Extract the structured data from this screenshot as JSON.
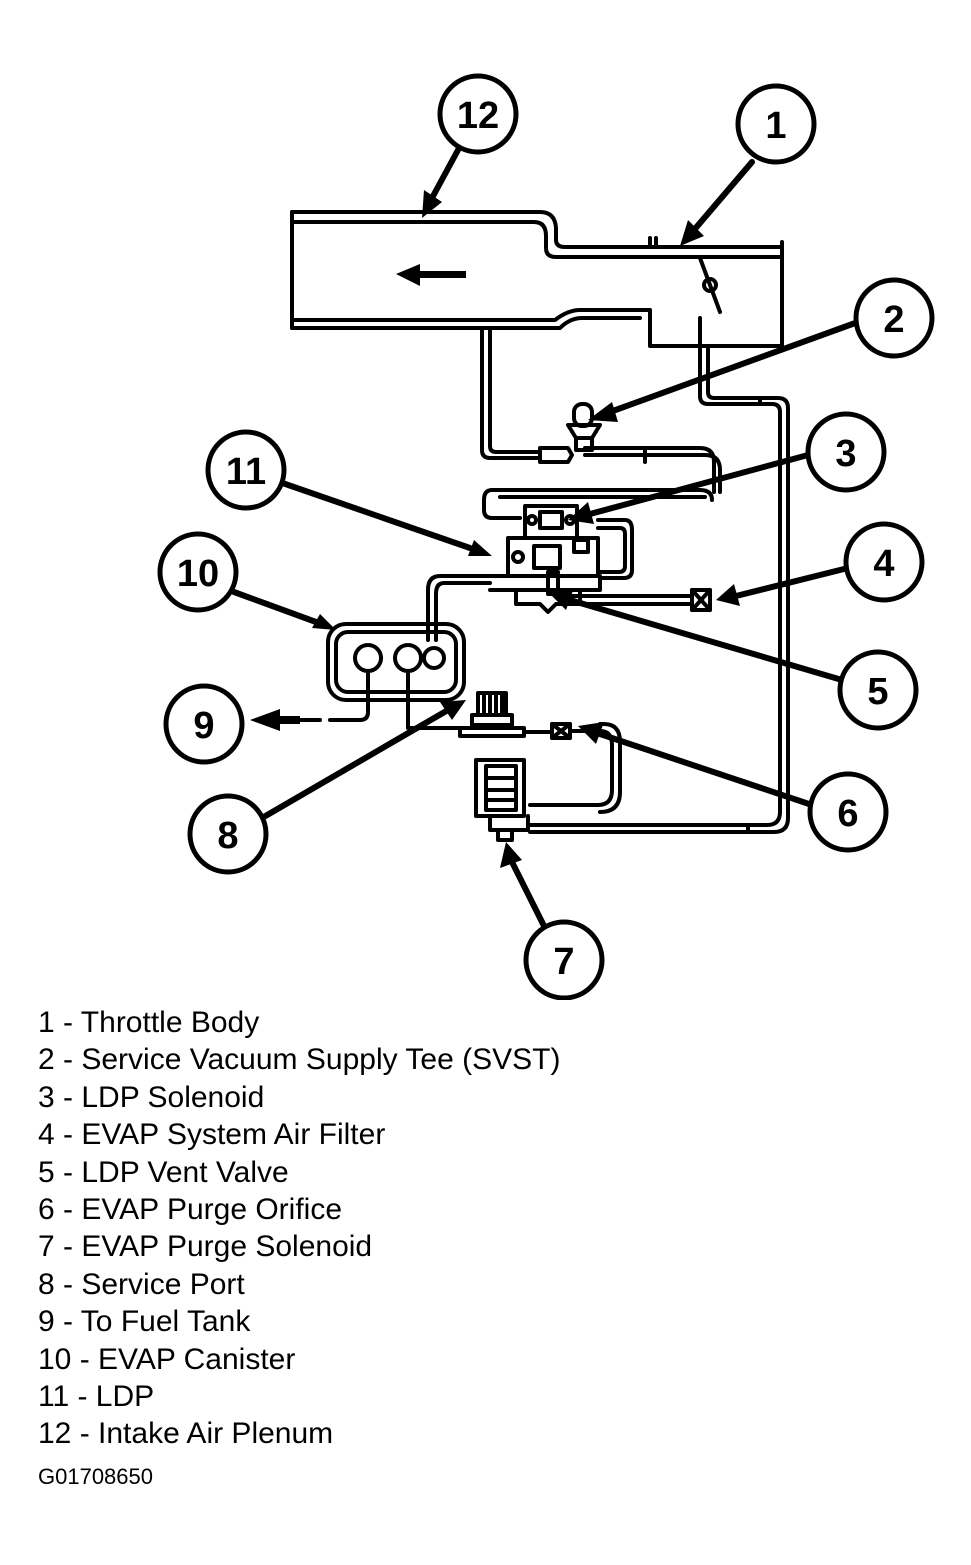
{
  "callouts": [
    "1",
    "2",
    "3",
    "4",
    "5",
    "6",
    "7",
    "8",
    "9",
    "10",
    "11",
    "12"
  ],
  "legend": [
    "1 - Throttle Body",
    "2 - Service Vacuum Supply Tee (SVST)",
    "3 - LDP Solenoid",
    "4 - EVAP System Air Filter",
    "5 - LDP Vent Valve",
    "6 - EVAP Purge Orifice",
    "7 - EVAP Purge Solenoid",
    "8 - Service Port",
    "9 - To Fuel Tank",
    "10 - EVAP Canister",
    "11 - LDP",
    "12 - Intake Air Plenum"
  ],
  "figure_id": "G01708650"
}
